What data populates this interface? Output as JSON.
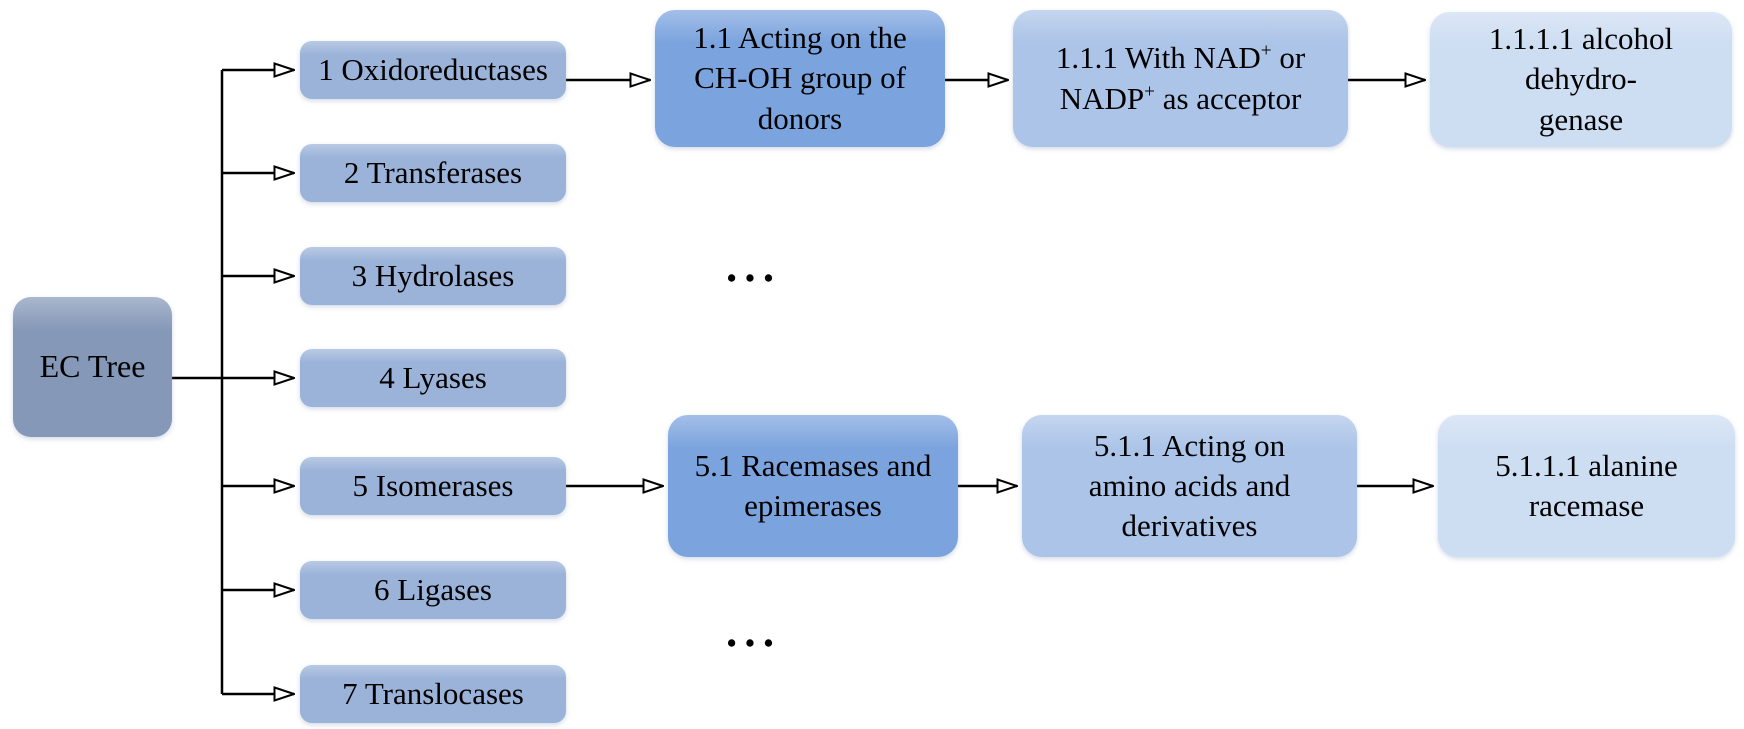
{
  "figure": {
    "background": "#ffffff",
    "line_color": "#000000",
    "ellipsis_top": "•••",
    "ellipsis_bottom": "•••"
  },
  "root": {
    "label": "EC Tree",
    "color": "#8598B8"
  },
  "classes": {
    "color": "#9BB3D9",
    "items": [
      {
        "label": "1 Oxidoreductases"
      },
      {
        "label": "2 Transferases"
      },
      {
        "label": "3 Hydrolases"
      },
      {
        "label": "4 Lyases"
      },
      {
        "label": "5 Isomerases"
      },
      {
        "label": "6 Ligases"
      },
      {
        "label": "7 Translocases"
      }
    ]
  },
  "branch_1": {
    "subclass": {
      "color": "#7BA3DE",
      "lines": [
        "1.1 Acting on the",
        "CH-OH group of",
        "donors"
      ]
    },
    "subsubclass": {
      "color": "#ABC4E8",
      "line1": {
        "pre": "1.1.1 With NAD",
        "sup": "+",
        "post": " or"
      },
      "line2": {
        "pre": "NADP",
        "sup": "+",
        "post": " as acceptor"
      }
    },
    "enzyme": {
      "color": "#CDDDF2",
      "lines": [
        "1.1.1.1 alcohol",
        "dehydro-",
        "genase"
      ]
    }
  },
  "branch_5": {
    "subclass": {
      "color": "#7BA3DE",
      "lines": [
        "5.1 Racemases and",
        "epimerases"
      ]
    },
    "subsubclass": {
      "color": "#ABC4E8",
      "lines": [
        "5.1.1 Acting on",
        "amino acids and",
        "derivatives"
      ]
    },
    "enzyme": {
      "color": "#CDDDF2",
      "lines": [
        "5.1.1.1 alanine",
        "racemase"
      ]
    }
  }
}
